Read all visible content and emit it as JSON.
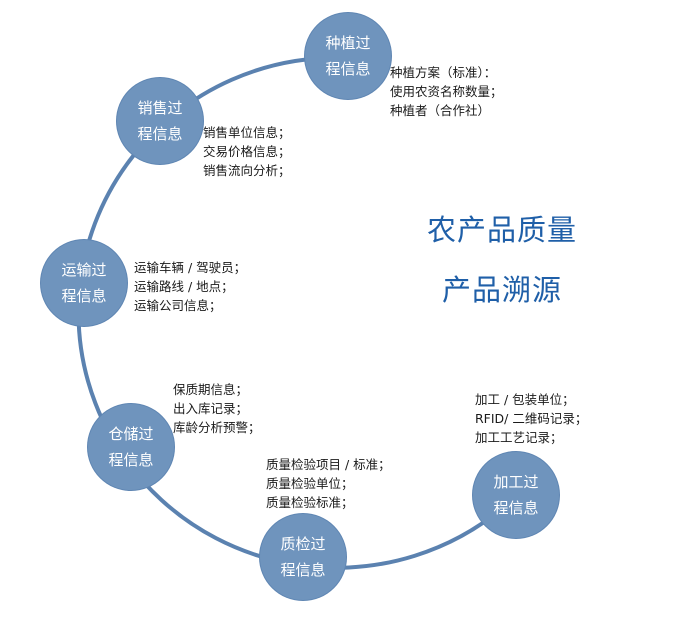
{
  "title": {
    "line1": "农产品质量",
    "line2": "产品溯源"
  },
  "nodes": [
    {
      "id": "planting",
      "line1": "种植过",
      "line2": "程信息",
      "info": [
        "种植方案（标准）：",
        "使用农资名称数量；",
        "种植者（合作社）"
      ]
    },
    {
      "id": "sales",
      "line1": "销售过",
      "line2": "程信息",
      "info": [
        "销售单位信息；",
        "交易价格信息；",
        "销售流向分析；"
      ]
    },
    {
      "id": "transport",
      "line1": "运输过",
      "line2": "程信息",
      "info": [
        "运输车辆 / 驾驶员；",
        "运输路线 / 地点；",
        "运输公司信息；"
      ]
    },
    {
      "id": "storage",
      "line1": "仓储过",
      "line2": "程信息",
      "info": [
        "保质期信息；",
        "出入库记录；",
        "库龄分析预警；"
      ]
    },
    {
      "id": "inspection",
      "line1": "质检过",
      "line2": "程信息",
      "info": [
        "质量检验项目 / 标准；",
        "质量检验单位；",
        "质量检验标准；"
      ]
    },
    {
      "id": "processing",
      "line1": "加工过",
      "line2": "程信息",
      "info": [
        "加工 / 包装单位；",
        "RFID/ 二维码记录；",
        "加工工艺记录；"
      ]
    }
  ],
  "footer": "",
  "colors": {
    "node_fill": "#6f94bd",
    "ring": "#5b82b0",
    "title": "#1f5fa8"
  }
}
